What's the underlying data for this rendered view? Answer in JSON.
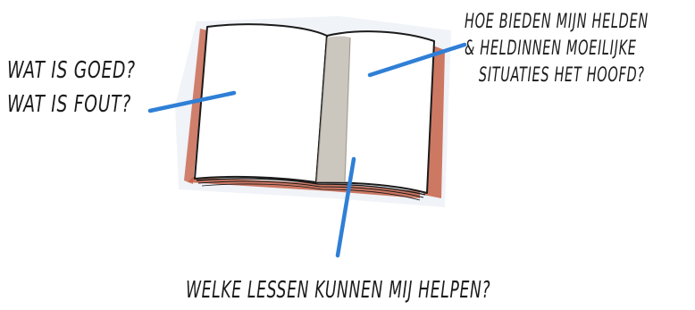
{
  "questions": {
    "left": {
      "line1": "WAT IS GOED?",
      "line2": "WAT IS FOUT?"
    },
    "right": {
      "line1": "HOE BIEDEN MIJN HELDEN",
      "line2": "& HELDINNEN MOEILIJKE",
      "line3": "SITUATIES HET HOOFD?"
    },
    "bottom": {
      "line1": "WELKE LESSEN KUNNEN MIJ HELPEN?"
    }
  },
  "colors": {
    "ink": "#1b1b1b",
    "pointer_blue": "#2f7fd6",
    "cover_red": "#c96a52",
    "page_shadow": "#b9b3a8",
    "wash": "#dfe6ef"
  }
}
